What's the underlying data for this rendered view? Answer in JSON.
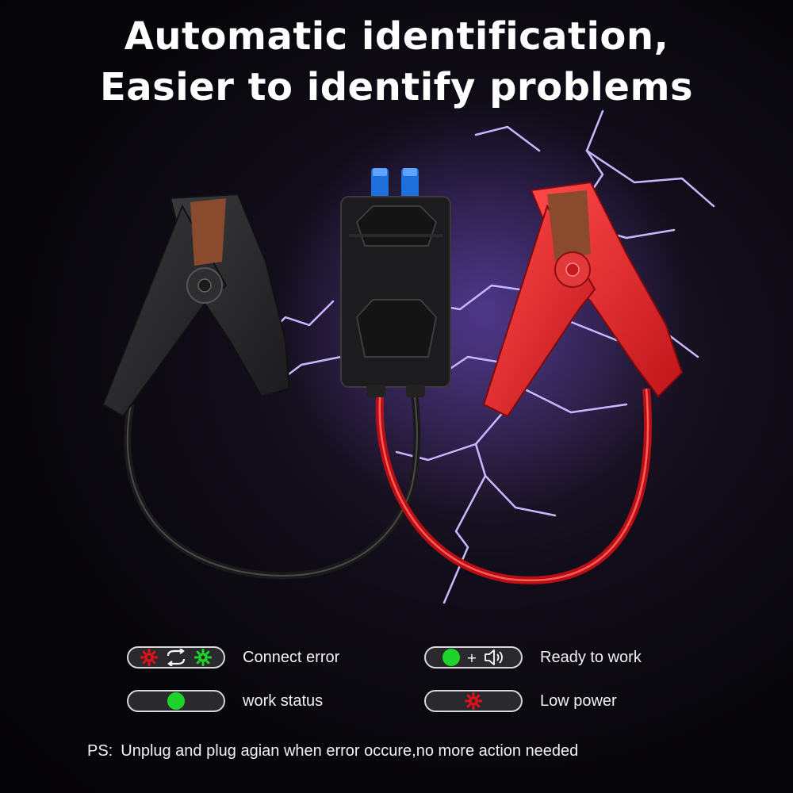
{
  "headline": {
    "line1": "Automatic identification,",
    "line2": "Easier to identify problems"
  },
  "legend": [
    {
      "icons": [
        "red-gear-icon",
        "swap-arrows-icon",
        "green-gear-icon"
      ],
      "label": "Connect error"
    },
    {
      "icons": [
        "green-dot-icon",
        "plus",
        "speaker-icon"
      ],
      "label": "Ready to work",
      "plus": "+"
    },
    {
      "icons": [
        "green-dot-icon"
      ],
      "label": "work status"
    },
    {
      "icons": [
        "red-gear-icon"
      ],
      "label": "Low power"
    }
  ],
  "note": {
    "prefix": "PS:",
    "text": "Unplug and plug agian when error occure,no more action needed"
  },
  "colors": {
    "indicator_red": "#e0101a",
    "indicator_green": "#1ed42a",
    "clamp_red": "#e3282a",
    "clamp_black": "#2b2b2b",
    "lightning": "#b9a6ff"
  }
}
